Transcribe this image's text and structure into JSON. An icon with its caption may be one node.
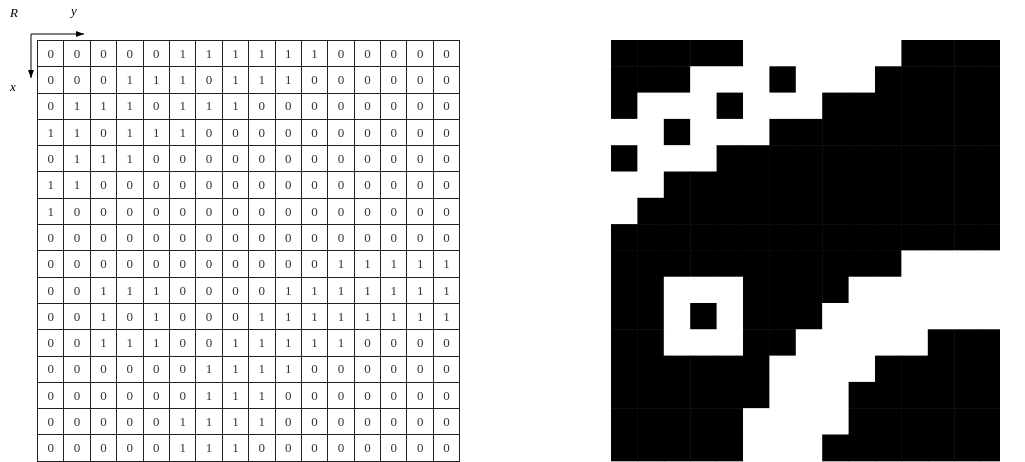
{
  "diagram": {
    "labels": [
      "R",
      "y",
      "x",
      "0",
      "0",
      "0",
      "0",
      "0",
      "1",
      "1",
      "1",
      "1",
      "1",
      "1",
      "0",
      "0",
      "0",
      "0",
      "0",
      "0",
      "0",
      "0",
      "1",
      "1",
      "1",
      "0",
      "1",
      "1",
      "1",
      "0",
      "0",
      "0",
      "0",
      "0",
      "0",
      "0",
      "1",
      "1",
      "1",
      "0",
      "1",
      "1",
      "1",
      "0",
      "0",
      "0",
      "0",
      "0",
      "0",
      "0",
      "0",
      "1",
      "1",
      "0",
      "1",
      "1",
      "1",
      "0",
      "0",
      "0",
      "0",
      "0",
      "0",
      "0",
      "0",
      "0",
      "0",
      "0",
      "1",
      "1",
      "1",
      "0",
      "0",
      "0",
      "0",
      "0",
      "0",
      "0",
      "0",
      "0",
      "0",
      "0",
      "0",
      "1",
      "1",
      "0",
      "0",
      "0",
      "0",
      "0",
      "0",
      "0",
      "0",
      "0",
      "0",
      "0",
      "0",
      "0",
      "0",
      "1",
      "0",
      "0",
      "0",
      "0",
      "0",
      "0",
      "0",
      "0",
      "0",
      "0",
      "0",
      "0",
      "0",
      "0",
      "0",
      "0",
      "0",
      "0",
      "0",
      "0",
      "0",
      "0",
      "0",
      "0",
      "0",
      "0",
      "0",
      "0",
      "0",
      "0",
      "0",
      "0",
      "0",
      "0",
      "0",
      "0",
      "0",
      "0",
      "0",
      "0",
      "0",
      "0",
      "1",
      "1",
      "1",
      "1",
      "1",
      "0",
      "0",
      "1",
      "1",
      "1",
      "0",
      "0",
      "0",
      "0",
      "1",
      "1",
      "1",
      "1",
      "1",
      "1",
      "1",
      "0",
      "0",
      "1",
      "0",
      "1",
      "0",
      "0",
      "0",
      "1",
      "1",
      "1",
      "1",
      "1",
      "1",
      "1",
      "1",
      "0",
      "0",
      "1",
      "1",
      "1",
      "0",
      "0",
      "1",
      "1",
      "1",
      "1",
      "1",
      "0",
      "0",
      "0",
      "0",
      "0",
      "0",
      "0",
      "0",
      "0",
      "0",
      "1",
      "1",
      "1",
      "1",
      "0",
      "0",
      "0",
      "0",
      "0",
      "0",
      "0",
      "0",
      "0",
      "0",
      "0",
      "0",
      "1",
      "1",
      "1",
      "0",
      "0",
      "0",
      "0",
      "0",
      "0",
      "0",
      "0",
      "0",
      "0",
      "0",
      "0",
      "1",
      "1",
      "1",
      "1",
      "0",
      "0",
      "0",
      "0",
      "0",
      "0",
      "0",
      "0",
      "0",
      "0",
      "0",
      "0",
      "1",
      "1",
      "1",
      "0",
      "0",
      "0",
      "0",
      "0",
      "0",
      "0",
      "0"
    ]
  }
}
